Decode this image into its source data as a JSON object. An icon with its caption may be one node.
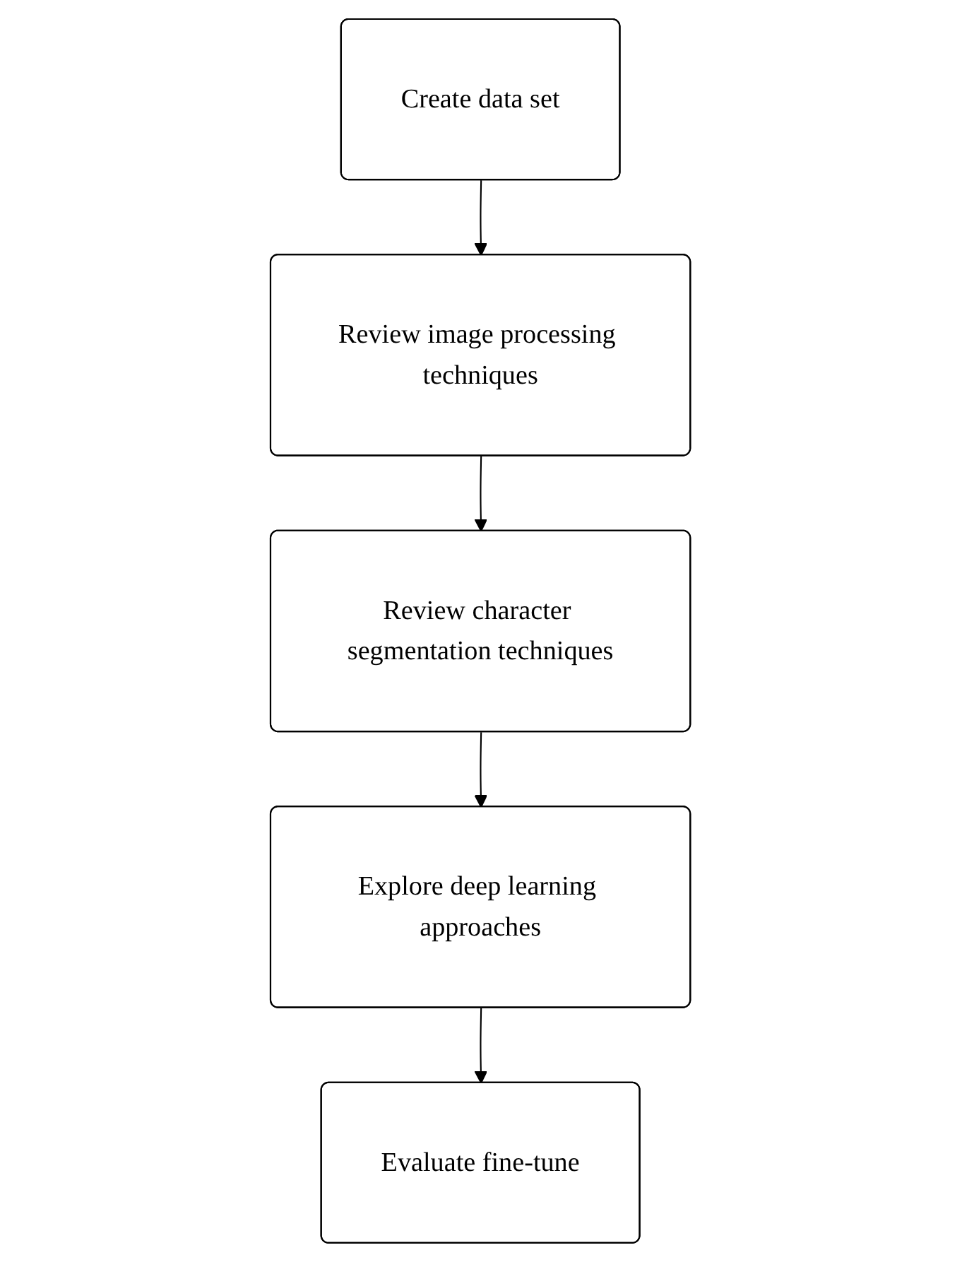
{
  "diagram": {
    "nodes": [
      {
        "text": [
          "Create data set"
        ]
      },
      {
        "text": [
          "Review image processing techniques"
        ]
      },
      {
        "text": [
          "Review character segmentation techniques"
        ]
      },
      {
        "text": [
          "Explore deep learning approaches"
        ]
      },
      {
        "text": [
          "Evaluate fine-tune"
        ]
      }
    ],
    "edges": [
      {
        "from": 0,
        "to": 1,
        "arrow": "to"
      },
      {
        "from": 1,
        "to": 2,
        "arrow": "to"
      },
      {
        "from": 2,
        "to": 3,
        "arrow": "to"
      },
      {
        "from": 3,
        "to": 4,
        "arrow": "to"
      }
    ]
  }
}
